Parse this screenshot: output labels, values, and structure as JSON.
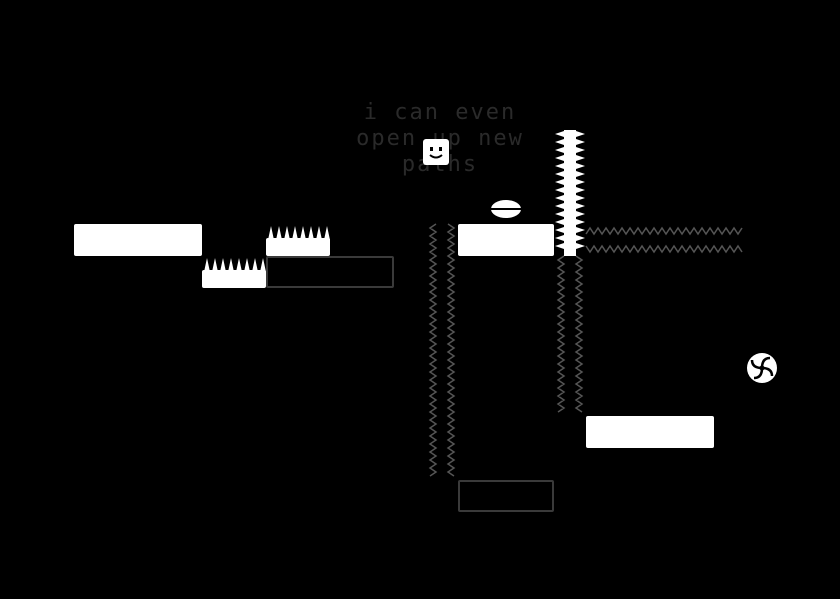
{
  "hint_text": [
    "i can even",
    "open up new",
    "paths"
  ],
  "colors": {
    "background": "#000000",
    "solid": "#ffffff",
    "ghost": "#3a3a3a",
    "hint_text": "#2a2a2a",
    "inactive_saw": "#555555"
  },
  "icons": {
    "player": "smiley-cube-icon",
    "key": "lens-key-icon",
    "portal": "swirl-portal-icon",
    "hazard": "spike-icon"
  }
}
